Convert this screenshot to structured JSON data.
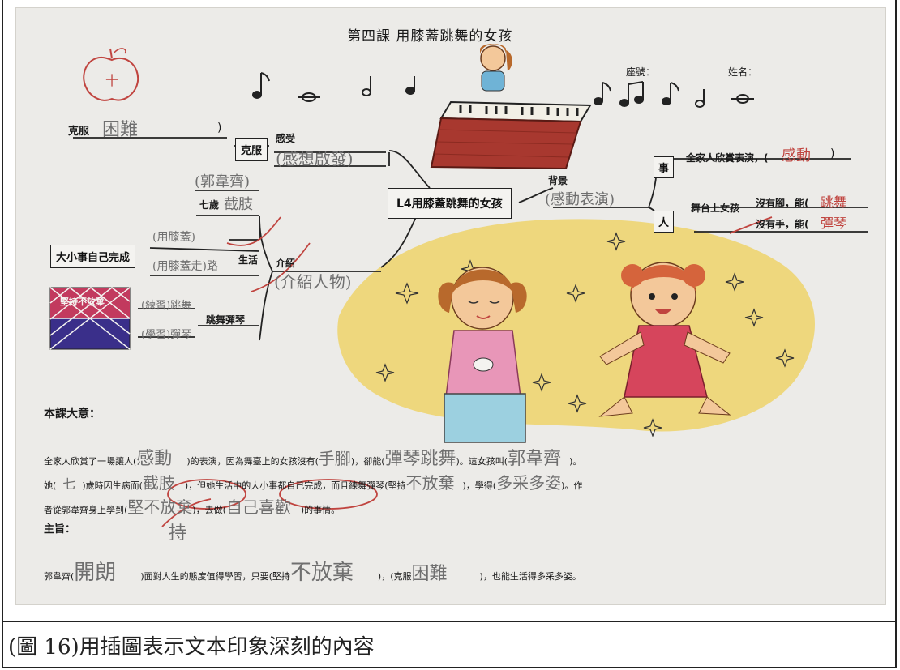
{
  "caption": "(圖 16)用插圖表示文本印象深刻的內容",
  "worksheet": {
    "title": "第四課 用膝蓋跳舞的女孩",
    "seat_label": "座號：",
    "name_label": "姓名：",
    "apple_text": "十",
    "center_node": "L4用膝蓋跳舞的女孩",
    "left_top": {
      "label1": "克服",
      "answer1": "困難",
      "close1": ")",
      "box_label": "克服",
      "node_label": "感受",
      "node_answer": "(感想啟發)"
    },
    "intro": {
      "name_answer": "(郭韋齊)",
      "age_label": "七歲",
      "age_answer": "截肢",
      "life_label": "生活",
      "life_answer1": "(用膝蓋)",
      "life_answer2": "(用膝蓋走)路",
      "node_label": "介紹",
      "node_answer": "(介紹人物)",
      "self_box": "大小事自己完成",
      "never_give_up": "堅持不放棄",
      "dance_label": "跳舞彈琴",
      "dance1": "(練習)跳舞",
      "dance2": "(學習)彈琴"
    },
    "right": {
      "bg_label": "背景",
      "bg_answer": "(感動表演)",
      "event_box": "事",
      "event_text": "全家人欣賞表演，(",
      "event_answer": "感動",
      "event_close": ")",
      "person_box": "人",
      "person_text": "舞台上女孩",
      "no_feet": "沒有腳，能(",
      "no_feet_answer": "跳舞",
      "no_hands": "沒有手，能(",
      "no_hands_answer": "彈琴"
    },
    "summary": {
      "heading": "本課大意：",
      "line1_a": "全家人欣賞了一場讓人(",
      "line1_b": "感動",
      "line1_c": ")的表演，因為舞臺上的女孩沒有(",
      "line1_d": "手腳",
      "line1_e": ")，卻能(",
      "line1_f": "彈琴跳舞",
      "line1_g": ")。這女孩叫(",
      "line1_h": "郭韋齊",
      "line1_i": ")。",
      "line2_a": "她(",
      "line2_b": "七",
      "line2_c": ")歲時因生病而(",
      "line2_d": "截肢",
      "line2_e": ")，但她生活中的大小事都自己完成，而且練舞彈琴(堅持",
      "line2_f": "不放棄",
      "line2_g": ")，學得(",
      "line2_h": "多采多姿",
      "line2_i": ")。作",
      "line3_a": "者從郭韋齊身上學到(",
      "line3_b": "堅不放棄",
      "line3_c": ")，去做(",
      "line3_d": "自己喜歡",
      "line3_e": ")的事情。",
      "correction": "持"
    },
    "theme": {
      "heading": "主旨：",
      "a": "郭韋齊(",
      "b": "開朗",
      "c": ")面對人生的態度值得學習，只要(堅持",
      "d": "不放棄",
      "e": ")，(克服",
      "f": "困難",
      "g": ")，也能生活得多采多姿。"
    }
  },
  "colors": {
    "piano": "#a8382f",
    "yellow": "#efd36a",
    "dress": "#e0608c",
    "hair": "#b8692c",
    "pen_red": "#c0443f"
  }
}
